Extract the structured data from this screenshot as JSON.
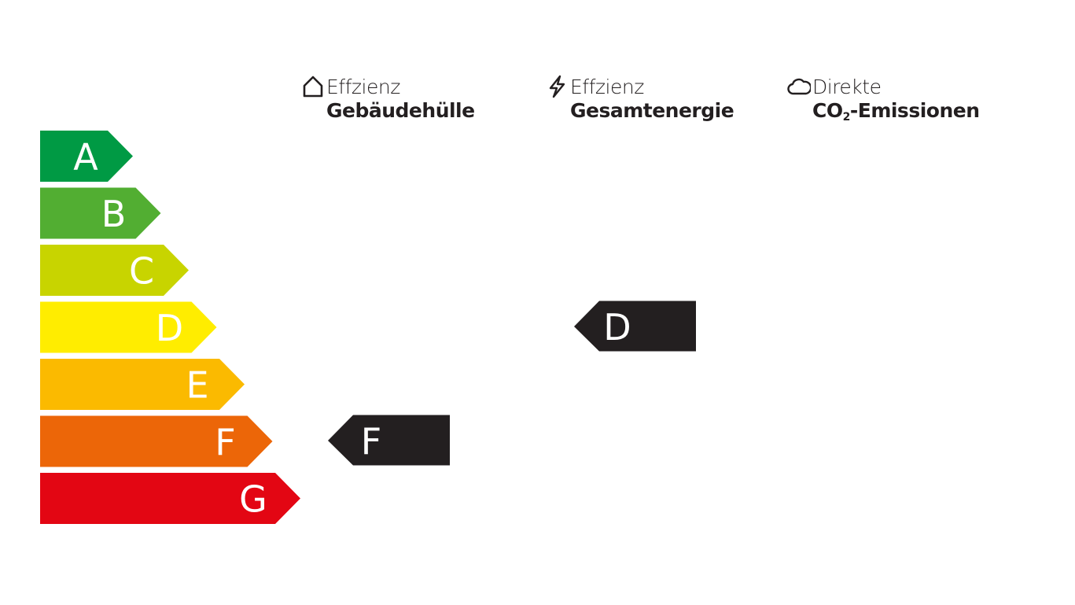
{
  "scale": {
    "classes": [
      {
        "label": "A",
        "color": "#009a44"
      },
      {
        "label": "B",
        "color": "#52ae32"
      },
      {
        "label": "C",
        "color": "#c8d400"
      },
      {
        "label": "D",
        "color": "#ffed00"
      },
      {
        "label": "E",
        "color": "#fbba00"
      },
      {
        "label": "F",
        "color": "#ec6608"
      },
      {
        "label": "G",
        "color": "#e30613"
      }
    ]
  },
  "columns": [
    {
      "icon": "house-icon",
      "line1": "Effzienz",
      "line2": "Gebäudehülle",
      "rating": "F"
    },
    {
      "icon": "lightning-icon",
      "line1": "Effzienz",
      "line2": "Gesamtenergie",
      "rating": "D"
    },
    {
      "icon": "cloud-icon",
      "line1": "Direkte",
      "line2_a": "CO",
      "line2_sub": "2",
      "line2_b": "-Emissionen",
      "rating": null
    }
  ],
  "indicator_color": "#231f20"
}
